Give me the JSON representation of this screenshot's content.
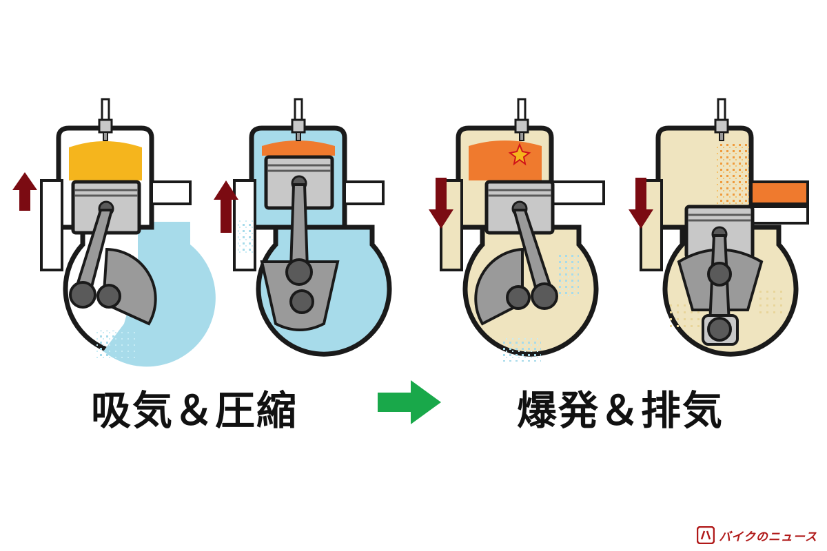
{
  "captions": {
    "left": "吸気＆圧縮",
    "right": "爆発＆排気"
  },
  "logo": {
    "text": "バイクのニュース"
  },
  "colors": {
    "outline": "#1a1a1a",
    "steel": "#9a9a9a",
    "steel_light": "#c8c8c8",
    "steel_dark": "#5a5a5a",
    "fresh_mixture": "#a7dbea",
    "burnt_gas": "#efe4bf",
    "fuel_yellow": "#f5b51d",
    "fuel_orange": "#ef7a2e",
    "arrow_red": "#7b0b12",
    "arrow_green": "#19a84a",
    "logo_red": "#b01818"
  },
  "icons": {
    "direction_arrow": "arrow-icon",
    "progress_arrow": "arrow-right-icon",
    "spark": "spark-icon",
    "logo_mark": "logo-mark-icon"
  }
}
